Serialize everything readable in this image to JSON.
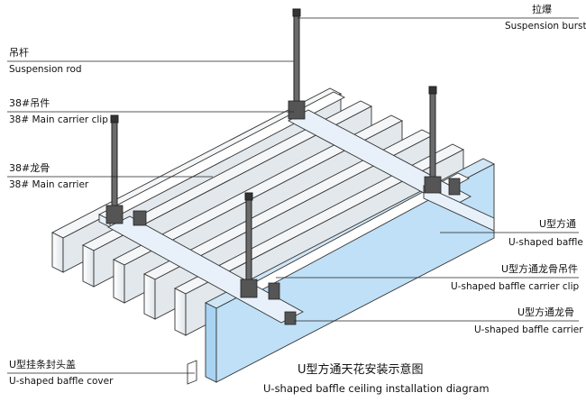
{
  "labels": {
    "suspension_burst": {
      "zh": "拉爆",
      "en": "Suspension burst"
    },
    "suspension_rod": {
      "zh": "吊杆",
      "en": "Suspension rod"
    },
    "main_carrier_clip": {
      "zh": "38#吊件",
      "en": "38# Main carrier clip"
    },
    "main_carrier": {
      "zh": "38#龙骨",
      "en": "38#  Main carrier"
    },
    "u_baffle": {
      "zh": "U型方通",
      "en": "U-shaped baffle"
    },
    "u_baffle_carrier_clip": {
      "zh": "U型方通龙骨吊件",
      "en": "U-shaped baffle carrier clip"
    },
    "u_baffle_carrier": {
      "zh": "U型方通龙骨",
      "en": "U-shaped baffle carrier"
    },
    "u_baffle_cover": {
      "zh": "U型挂条封头盖",
      "en": "U-shaped baffle cover"
    }
  },
  "title": {
    "zh": "U型方通天花安装示意图",
    "en": "U-shaped baffle ceiling installation diagram"
  },
  "colors": {
    "baffle_highlight": "#a9d3f2",
    "carrier": "#e8f1fa",
    "line": "#333333"
  }
}
